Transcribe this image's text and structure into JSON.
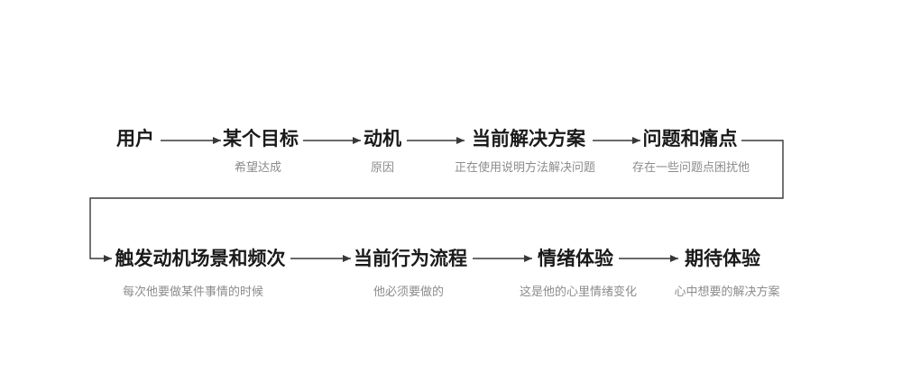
{
  "page": {
    "background": "#ffffff"
  },
  "colors": {
    "label_text": "#1a1a1a",
    "sublabel_text": "#8c8c8c",
    "line": "#383838"
  },
  "diagram": {
    "type": "flowchart",
    "nodes": [
      {
        "id": "user",
        "label": "用户",
        "sublabel": ""
      },
      {
        "id": "goal",
        "label": "某个目标",
        "sublabel": "希望达成"
      },
      {
        "id": "motivation",
        "label": "动机",
        "sublabel": "原因"
      },
      {
        "id": "current-solution",
        "label": "当前解决方案",
        "sublabel": "正在使用说明方法解决问题"
      },
      {
        "id": "problems-pain-points",
        "label": "问题和痛点",
        "sublabel": "存在一些问题点困扰他"
      },
      {
        "id": "trigger-scene-frequency",
        "label": "触发动机场景和频次",
        "sublabel": "每次他要做某件事情的时候"
      },
      {
        "id": "current-behavior-flow",
        "label": "当前行为流程",
        "sublabel": "他必须要做的"
      },
      {
        "id": "emotional-experience",
        "label": "情绪体验",
        "sublabel": "这是他的心里情绪变化"
      },
      {
        "id": "expected-experience",
        "label": "期待体验",
        "sublabel": "心中想要的解决方案"
      }
    ],
    "edges": [
      {
        "from": "用户",
        "to": "某个目标"
      },
      {
        "from": "某个目标",
        "to": "动机"
      },
      {
        "from": "动机",
        "to": "当前解决方案"
      },
      {
        "from": "当前解决方案",
        "to": "问题和痛点"
      },
      {
        "from": "问题和痛点",
        "to": "触发动机场景和频次"
      },
      {
        "from": "触发动机场景和频次",
        "to": "当前行为流程"
      },
      {
        "from": "当前行为流程",
        "to": "情绪体验"
      },
      {
        "from": "情绪体验",
        "to": "期待体验"
      }
    ]
  }
}
